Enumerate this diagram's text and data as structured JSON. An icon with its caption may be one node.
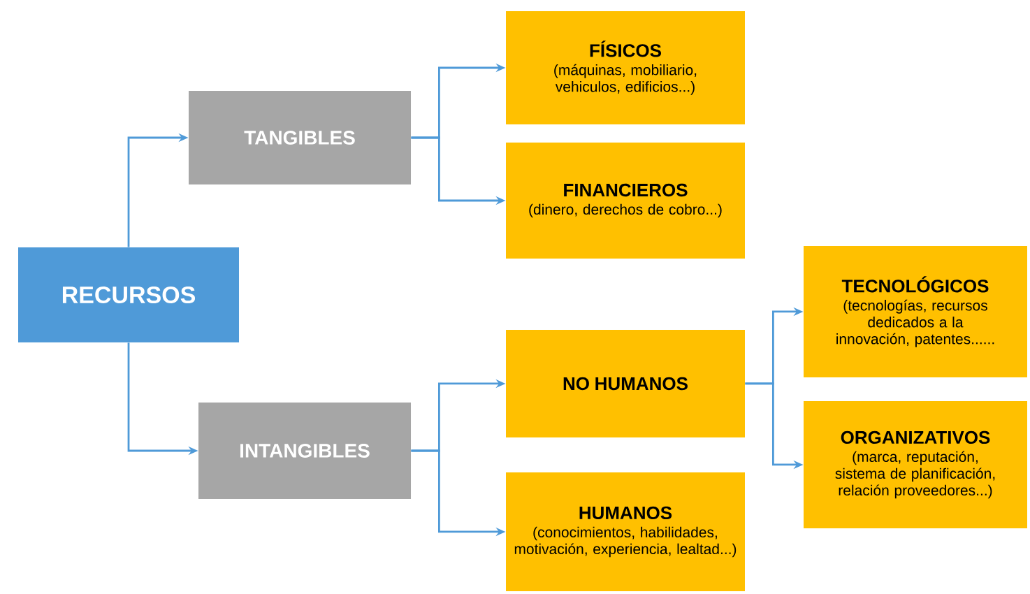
{
  "diagram": {
    "nodes": [
      {
        "text": [
          "RECURSOS"
        ]
      },
      {
        "text": [
          "TANGIBLES"
        ]
      },
      {
        "text": [
          "INTANGIBLES"
        ]
      },
      {
        "text": [
          "FÍSICOS",
          "(máquinas, mobiliario, vehiculos, edificios...)"
        ]
      },
      {
        "text": [
          "FINANCIEROS",
          "(dinero, derechos de cobro...)"
        ]
      },
      {
        "text": [
          "NO HUMANOS"
        ]
      },
      {
        "text": [
          "HUMANOS",
          "(conocimientos, habilidades, motivación, experiencia, lealtad...)"
        ]
      },
      {
        "text": [
          "TECNOLÓGICOS",
          "(tecnologías, recursos dedicados a la innovación, patentes......"
        ]
      },
      {
        "text": [
          "ORGANIZATIVOS",
          "(marca, reputación, sistema de planificación, relación proveedores...)"
        ]
      }
    ],
    "edges": [
      {
        "from": 0,
        "to": 1,
        "arrow": "to"
      },
      {
        "from": 0,
        "to": 2,
        "arrow": "to"
      },
      {
        "from": 1,
        "to": 3,
        "arrow": "to"
      },
      {
        "from": 1,
        "to": 4,
        "arrow": "to"
      },
      {
        "from": 2,
        "to": 5,
        "arrow": "to"
      },
      {
        "from": 2,
        "to": 6,
        "arrow": "to"
      },
      {
        "from": 5,
        "to": 7,
        "arrow": "to"
      },
      {
        "from": 5,
        "to": 8,
        "arrow": "to"
      }
    ]
  }
}
